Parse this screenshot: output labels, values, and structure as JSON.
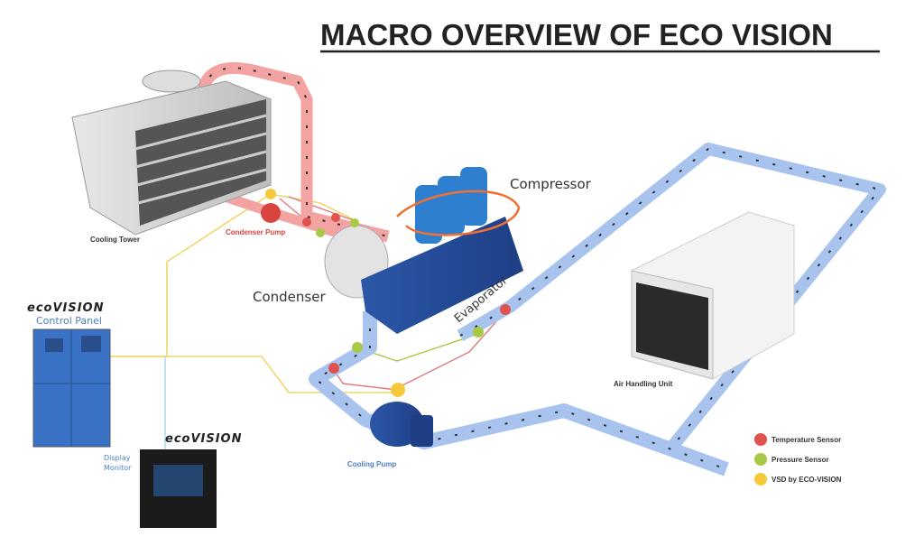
{
  "title": "MACRO OVERVIEW OF ECO VISION",
  "components": {
    "cooling_tower": "Cooling Tower",
    "condenser_pump": "Condenser Pump",
    "compressor": "Compressor",
    "condenser": "Condenser",
    "evaporator": "Evaporator",
    "air_handling_unit": "Air Handling Unit",
    "cooling_pump": "Cooling Pump",
    "control_panel": "Control Panel",
    "display_monitor_line1": "Display",
    "display_monitor_line2": "Monitor",
    "logo": "ecoVISION"
  },
  "legend": [
    {
      "label": "Temperature Sensor",
      "color": "#e0524c"
    },
    {
      "label": "Pressure Sensor",
      "color": "#a7c945"
    },
    {
      "label": "VSD by ECO-VISION",
      "color": "#f6c93a"
    }
  ],
  "colors": {
    "hot_pipe": "#f08a8a",
    "cold_pipe": "#9fbdea",
    "signal": "#f2d56a",
    "equipment": "#2f5fb0"
  }
}
